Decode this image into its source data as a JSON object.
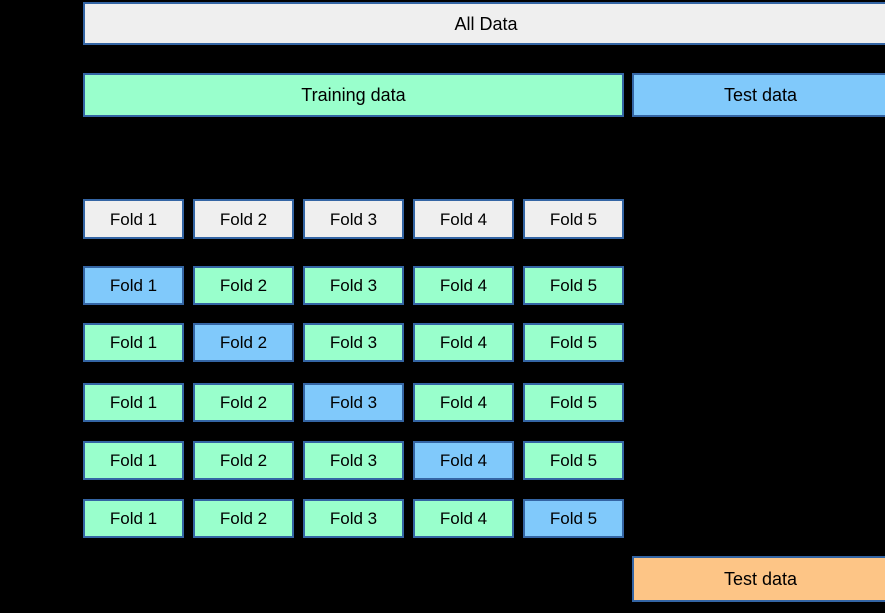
{
  "colors": {
    "background": "#000000",
    "box_border": "#3465A4",
    "text": "#000000",
    "gray_fill": "#EFEFEF",
    "train_fill": "#99FFCC",
    "test_fill": "#80C9FB",
    "final_test_fill": "#FDC586"
  },
  "all_data": {
    "label": "All Data"
  },
  "train_test_split": {
    "training": {
      "label": "Training data"
    },
    "test": {
      "label": "Test data"
    }
  },
  "fold_headers": [
    {
      "label": "Fold 1"
    },
    {
      "label": "Fold 2"
    },
    {
      "label": "Fold 3"
    },
    {
      "label": "Fold 4"
    },
    {
      "label": "Fold 5"
    }
  ],
  "splits": [
    {
      "cells": [
        {
          "label": "Fold 1",
          "role": "test"
        },
        {
          "label": "Fold 2",
          "role": "train"
        },
        {
          "label": "Fold 3",
          "role": "train"
        },
        {
          "label": "Fold 4",
          "role": "train"
        },
        {
          "label": "Fold 5",
          "role": "train"
        }
      ]
    },
    {
      "cells": [
        {
          "label": "Fold 1",
          "role": "train"
        },
        {
          "label": "Fold 2",
          "role": "test"
        },
        {
          "label": "Fold 3",
          "role": "train"
        },
        {
          "label": "Fold 4",
          "role": "train"
        },
        {
          "label": "Fold 5",
          "role": "train"
        }
      ]
    },
    {
      "cells": [
        {
          "label": "Fold 1",
          "role": "train"
        },
        {
          "label": "Fold 2",
          "role": "train"
        },
        {
          "label": "Fold 3",
          "role": "test"
        },
        {
          "label": "Fold 4",
          "role": "train"
        },
        {
          "label": "Fold 5",
          "role": "train"
        }
      ]
    },
    {
      "cells": [
        {
          "label": "Fold 1",
          "role": "train"
        },
        {
          "label": "Fold 2",
          "role": "train"
        },
        {
          "label": "Fold 3",
          "role": "train"
        },
        {
          "label": "Fold 4",
          "role": "test"
        },
        {
          "label": "Fold 5",
          "role": "train"
        }
      ]
    },
    {
      "cells": [
        {
          "label": "Fold 1",
          "role": "train"
        },
        {
          "label": "Fold 2",
          "role": "train"
        },
        {
          "label": "Fold 3",
          "role": "train"
        },
        {
          "label": "Fold 4",
          "role": "train"
        },
        {
          "label": "Fold 5",
          "role": "test"
        }
      ]
    }
  ],
  "final_evaluation": {
    "test": {
      "label": "Test data"
    }
  }
}
